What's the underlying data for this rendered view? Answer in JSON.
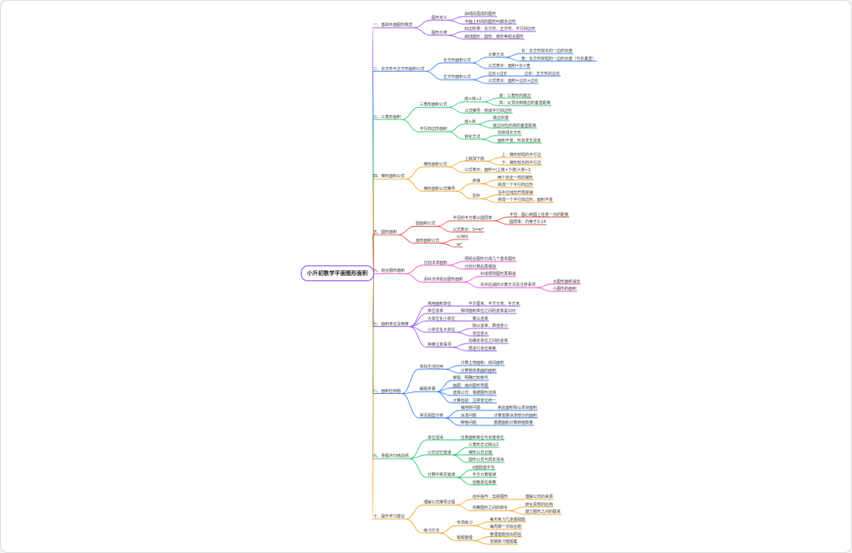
{
  "colors": [
    "#9b59f0",
    "#3b82f6",
    "#2ecc71",
    "#f5a623",
    "#e74c3c",
    "#ec4fd0",
    "#9b59f0",
    "#3b82f6",
    "#2ecc71",
    "#f5a623"
  ],
  "mindmap": {
    "t": "小升初数学平面图形面积",
    "c": [
      {
        "t": "一、基础平面图形概念",
        "c": [
          {
            "t": "图形定义",
            "c": [
              {
                "t": "由线段围成的图形"
              },
              {
                "t": "平面上封闭的图形叫做多边形"
              }
            ]
          },
          {
            "t": "图形分类",
            "c": [
              {
                "t": "四边形类：长方形、正方形、平行四边形"
              },
              {
                "t": "曲线图形：圆形、扇形等组合图形"
              }
            ]
          }
        ]
      },
      {
        "t": "二、长方形与正方形面积公式",
        "c": [
          {
            "t": "长方形面积公式",
            "c": [
              {
                "t": "计算方法",
                "c": [
                  {
                    "t": "长：长方形较长的一边的长度"
                  },
                  {
                    "t": "宽：长方形较短的一边的长度（与长垂直）"
                  }
                ]
              },
              {
                "t": "公式表示：面积=长×宽"
              }
            ]
          },
          {
            "t": "正方形面积公式",
            "c": [
              {
                "t": "边长×边长",
                "c": [
                  {
                    "t": "边长：正方形的边长"
                  }
                ]
              },
              {
                "t": "公式表示：面积=边长×边长"
              }
            ]
          }
        ]
      },
      {
        "t": "三、三角形面积",
        "c": [
          {
            "t": "三角形面积公式",
            "c": [
              {
                "t": "底×高÷2",
                "c": [
                  {
                    "t": "底：三角形的底边"
                  },
                  {
                    "t": "高：从顶点到底边的垂直距离"
                  }
                ]
              },
              {
                "t": "公式推导：拼成平行四边形"
              }
            ]
          },
          {
            "t": "平行四边形面积",
            "c": [
              {
                "t": "底×高",
                "c": [
                  {
                    "t": "底边长度"
                  },
                  {
                    "t": "底边对应的高的垂直距离"
                  }
                ]
              },
              {
                "t": "转化方法",
                "c": [
                  {
                    "t": "剪拼成长方形"
                  },
                  {
                    "t": "面积不变，形状发生改变"
                  }
                ]
              }
            ]
          }
        ]
      },
      {
        "t": "四、梯形面积公式",
        "c": [
          {
            "t": "梯形面积公式",
            "c": [
              {
                "t": "上底加下底",
                "c": [
                  {
                    "t": "上：梯形较短的平行边"
                  },
                  {
                    "t": "下：梯形较长的平行边"
                  }
                ]
              },
              {
                "t": "公式表示：面积=(上底+下底)×高÷2"
              }
            ]
          },
          {
            "t": "梯形面积公式推导",
            "c": [
              {
                "t": "拼接",
                "c": [
                  {
                    "t": "两个完全一样的梯形"
                  },
                  {
                    "t": "拼成一个平行四边形"
                  }
                ]
              },
              {
                "t": "割补",
                "c": [
                  {
                    "t": "沿中位线剪开再拼接"
                  },
                  {
                    "t": "拼成一个平行四边形，面积不变"
                  }
                ]
              }
            ]
          }
        ]
      },
      {
        "t": "五、圆形面积",
        "c": [
          {
            "t": "圆面积公式",
            "c": [
              {
                "t": "半径的平方乘以圆周率",
                "c": [
                  {
                    "t": "半径：圆心到圆上任意一点的距离"
                  },
                  {
                    "t": "圆周率：约等于3.14"
                  }
                ]
              },
              {
                "t": "公式表示：S=πr²"
              }
            ]
          },
          {
            "t": "扇形面积公式",
            "c": [
              {
                "t": "n/360"
              },
              {
                "t": "πr²"
              }
            ]
          }
        ]
      },
      {
        "t": "六、组合图形面积",
        "c": [
          {
            "t": "分割法求面积",
            "c": [
              {
                "t": "把组合图形分成几个基本图形"
              },
              {
                "t": "分别计算后再相加"
              }
            ]
          },
          {
            "t": "添补法求组合图形面积",
            "c": [
              {
                "t": "补成规则图形再相减"
              },
              {
                "t": "先补后减的计算方法及注意事项",
                "c": [
                  {
                    "t": "大图形面积减去"
                  },
                  {
                    "t": "小图形的面积"
                  }
                ]
              }
            ]
          }
        ]
      },
      {
        "t": "七、面积单位及换算",
        "c": [
          {
            "t": "常用面积单位",
            "c": [
              {
                "t": "平方厘米、平方分米、平方米"
              }
            ]
          },
          {
            "t": "单位进率",
            "c": [
              {
                "t": "相邻面积单位之间的进率是100"
              }
            ]
          },
          {
            "t": "大单位化小单位",
            "c": [
              {
                "t": "乘以进率"
              }
            ]
          },
          {
            "t": "小单位化大单位",
            "c": [
              {
                "t": "除以进率，数值变小"
              },
              {
                "t": "单位变大"
              }
            ]
          },
          {
            "t": "换算注意事项",
            "c": [
              {
                "t": "先确定单位之间的进率"
              },
              {
                "t": "再进行单位换算"
              }
            ]
          }
        ]
      },
      {
        "t": "八、面积应用题",
        "c": [
          {
            "t": "实际生活应用",
            "c": [
              {
                "t": "计算土地面积、房间面积"
              },
              {
                "t": "计算物体表面的面积"
              }
            ]
          },
          {
            "t": "解题步骤",
            "c": [
              {
                "t": "审题：明确已知条件"
              },
              {
                "t": "画图：画出图形草图"
              },
              {
                "t": "选择公式：根据图形选择"
              },
              {
                "t": "计算检验：注意单位统一"
              }
            ]
          },
          {
            "t": "常见题型分类",
            "c": [
              {
                "t": "铺地砖问题",
                "c": [
                  {
                    "t": "用总面积除以单块面积"
                  }
                ]
              },
              {
                "t": "涂漆问题",
                "c": [
                  {
                    "t": "计算需要涂漆部分的面积"
                  }
                ]
              },
              {
                "t": "种植问题",
                "c": [
                  {
                    "t": "根据面积计算种植数量"
                  }
                ]
              }
            ]
          }
        ]
      },
      {
        "t": "九、易错点归纳总结",
        "c": [
          {
            "t": "单位混淆",
            "c": [
              {
                "t": "注意面积单位与长度单位"
              }
            ]
          },
          {
            "t": "公式记忆错误",
            "c": [
              {
                "t": "三角形忘记除以2"
              },
              {
                "t": "梯形公式记错"
              },
              {
                "t": "圆形公式与周长混淆"
              }
            ]
          },
          {
            "t": "计算中常见错误",
            "c": [
              {
                "t": "π值取值不当"
              },
              {
                "t": "平方计算错误"
              },
              {
                "t": "忽略单位换算"
              }
            ]
          }
        ]
      },
      {
        "t": "十、提升学习建议",
        "c": [
          {
            "t": "理解公式推导过程",
            "c": [
              {
                "t": "动手操作：剪拼图形",
                "c": [
                  {
                    "t": "理解公式的来源"
                  }
                ]
              },
              {
                "t": "观察图形之间的转化",
                "c": [
                  {
                    "t": "转化思想的应用"
                  },
                  {
                    "t": "建立图形之间的联系"
                  }
                ]
              }
            ]
          },
          {
            "t": "练习方法",
            "c": [
              {
                "t": "专项练习",
                "c": [
                  {
                    "t": "每天练习几道基础题"
                  },
                  {
                    "t": "每周做一次综合题"
                  }
                ]
              },
              {
                "t": "错题整理",
                "c": [
                  {
                    "t": "整理错题找出原因"
                  },
                  {
                    "t": "定期复习错题集"
                  }
                ]
              }
            ]
          }
        ]
      }
    ]
  }
}
